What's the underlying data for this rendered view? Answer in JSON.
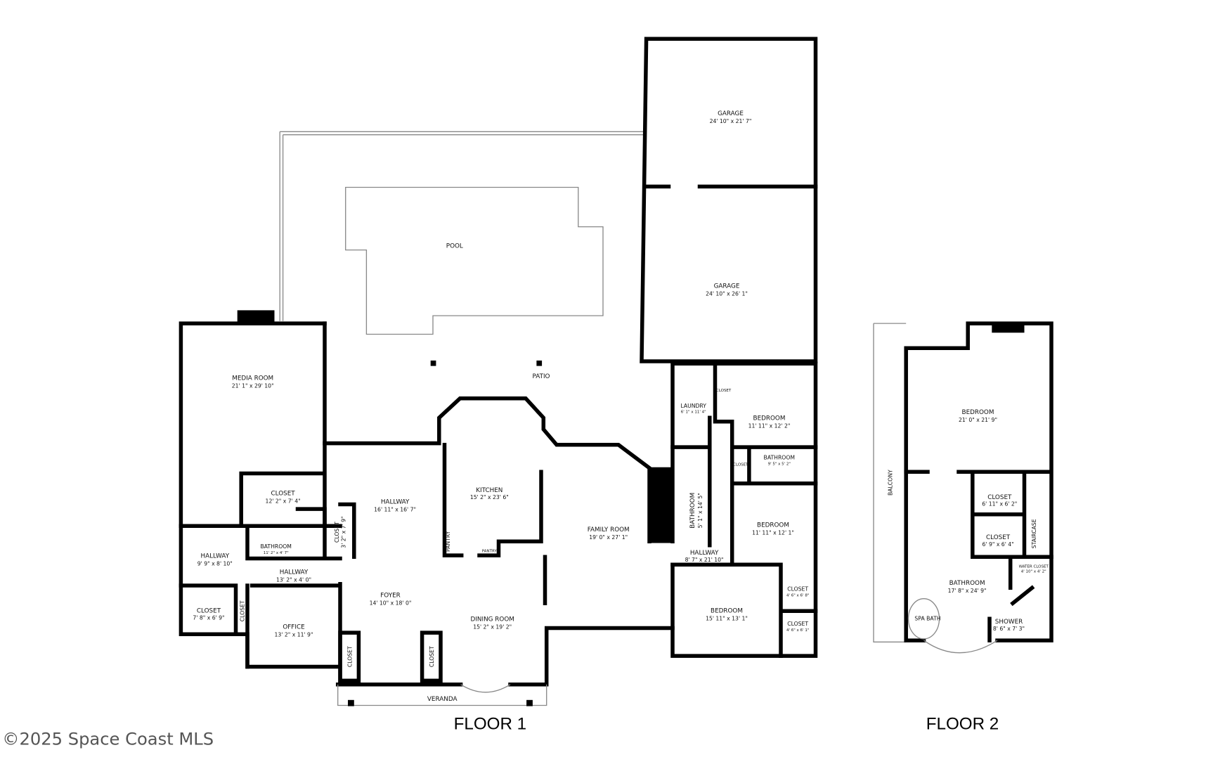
{
  "floor1": {
    "title": "FLOOR 1",
    "rooms": [
      {
        "name": "GARAGE",
        "dims": "24' 10\" x 21' 7\""
      },
      {
        "name": "GARAGE",
        "dims": "24' 10\" x 26' 1\""
      },
      {
        "name": "POOL",
        "dims": ""
      },
      {
        "name": "PATIO",
        "dims": ""
      },
      {
        "name": "MEDIA ROOM",
        "dims": "21' 1\" x 29' 10\""
      },
      {
        "name": "CLOSET",
        "dims": "12' 2\" x 7' 4\""
      },
      {
        "name": "BATHROOM",
        "dims": "11' 2\" x 4' 7\""
      },
      {
        "name": "CLOSET",
        "dims": "3' 2\" x 7' 9\""
      },
      {
        "name": "HALLWAY",
        "dims": "9' 9\" x 8' 10\""
      },
      {
        "name": "HALLWAY",
        "dims": "13' 2\" x 4' 0\""
      },
      {
        "name": "CLOSET",
        "dims": "7' 8\" x 6' 9\""
      },
      {
        "name": "CLOSET",
        "dims": ""
      },
      {
        "name": "OFFICE",
        "dims": "13' 2\" x 11' 9\""
      },
      {
        "name": "HALLWAY",
        "dims": "16' 11\" x 16' 7\""
      },
      {
        "name": "FOYER",
        "dims": "14' 10\" x 18' 0\""
      },
      {
        "name": "CLOSET",
        "dims": ""
      },
      {
        "name": "CLOSET",
        "dims": ""
      },
      {
        "name": "KITCHEN",
        "dims": "15' 2\" x 23' 6\""
      },
      {
        "name": "PANTRY",
        "dims": ""
      },
      {
        "name": "PANTRY",
        "dims": ""
      },
      {
        "name": "DINING ROOM",
        "dims": "15' 2\" x 19' 2\""
      },
      {
        "name": "FAMILY ROOM",
        "dims": "19' 0\" x 27' 1\""
      },
      {
        "name": "VERANDA",
        "dims": ""
      },
      {
        "name": "LAUNDRY",
        "dims": "6' 1\" x 11' 4\""
      },
      {
        "name": "CLOSET",
        "dims": ""
      },
      {
        "name": "BEDROOM",
        "dims": "11' 11\" x 12' 2\""
      },
      {
        "name": "CLOSET",
        "dims": ""
      },
      {
        "name": "BATHROOM",
        "dims": "9' 5\" x 5' 2\""
      },
      {
        "name": "BATHROOM",
        "dims": "5' 1\" x 14' 5\""
      },
      {
        "name": "BEDROOM",
        "dims": "11' 11\" x 12' 1\""
      },
      {
        "name": "HALLWAY",
        "dims": "8' 7\" x 21' 10\""
      },
      {
        "name": "BEDROOM",
        "dims": "15' 11\" x 13' 1\""
      },
      {
        "name": "CLOSET",
        "dims": "4' 6\" x 6' 8\""
      },
      {
        "name": "CLOSET",
        "dims": "4' 6\" x 6' 1\""
      }
    ]
  },
  "floor2": {
    "title": "FLOOR 2",
    "rooms": [
      {
        "name": "BEDROOM",
        "dims": "21' 0\" x 21' 9\""
      },
      {
        "name": "BALCONY",
        "dims": ""
      },
      {
        "name": "CLOSET",
        "dims": "6' 11\" x 6' 2\""
      },
      {
        "name": "CLOSET",
        "dims": "6' 9\" x 6' 4\""
      },
      {
        "name": "STAIRCASE",
        "dims": ""
      },
      {
        "name": "WATER CLOSET",
        "dims": "4' 10\" x 4' 2\""
      },
      {
        "name": "BATHROOM",
        "dims": "17' 8\" x 24' 9\""
      },
      {
        "name": "SPA BATH",
        "dims": ""
      },
      {
        "name": "SHOWER",
        "dims": "8' 6\" x 7' 3\""
      }
    ]
  },
  "copyright": "©2025 Space Coast MLS"
}
